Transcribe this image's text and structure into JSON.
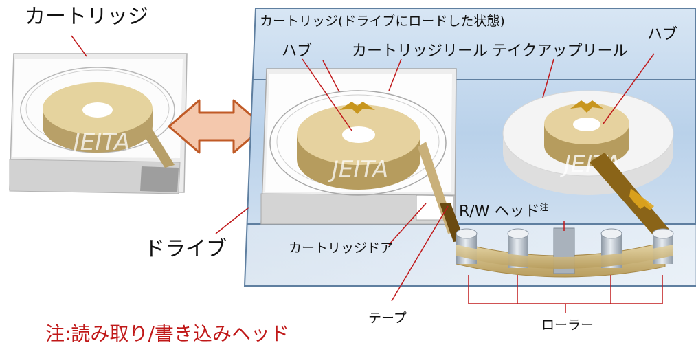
{
  "labels": {
    "cartridge": "カートリッジ",
    "loaded_state": "カートリッジ(ドライブにロードした状態)",
    "hub_left": "ハブ",
    "cartridge_reel": "カートリッジリール",
    "takeup_reel": "テイクアップリール",
    "hub_right": "ハブ",
    "drive": "ドライブ",
    "cartridge_door": "カートリッジドア",
    "rw_head": "R/W ヘッド",
    "rw_head_note_mark": "注",
    "tape": "テープ",
    "rollers": "ローラー",
    "note": "注:読み取り/書き込みヘッド"
  },
  "watermark": "JEITA",
  "colors": {
    "label_line": "#c0181a",
    "note_text": "#c01818",
    "reel": "#e6d29f",
    "reel_side": "#b69c5e",
    "tape": "#cdb57a",
    "tape_dark": "#6a4a10",
    "hub_arrow": "#c8961e",
    "drive_blue": "#b8d0ea",
    "drive_outline": "#5f7fa0",
    "big_arrow_fill": "#f4c8ad",
    "big_arrow_stroke": "#c05a26"
  }
}
